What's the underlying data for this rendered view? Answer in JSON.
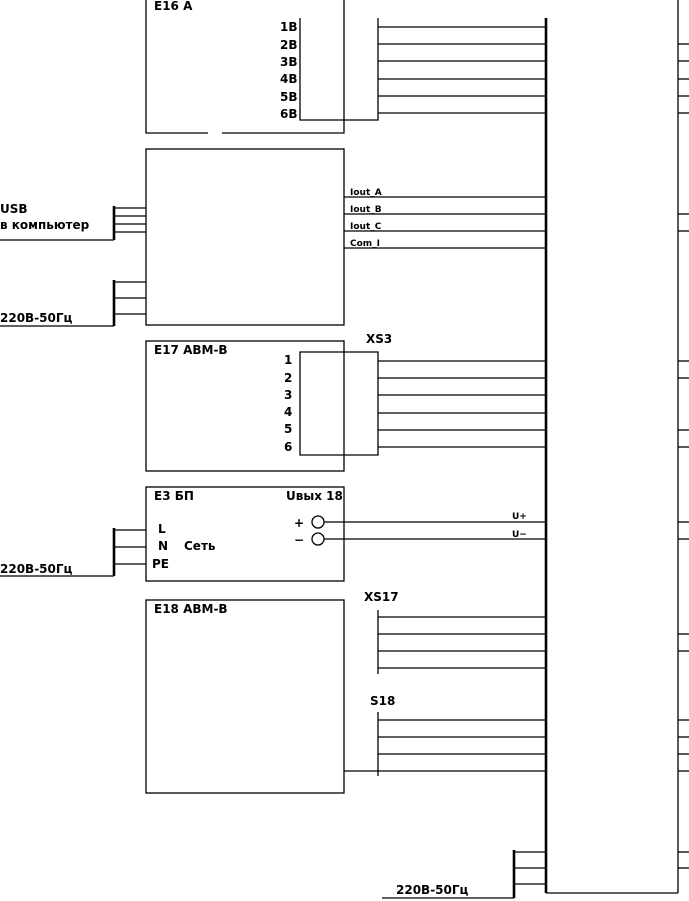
{
  "blocks": {
    "e16": {
      "title": "Е16 А",
      "pins": [
        "1В",
        "2В",
        "3В",
        "4В",
        "5В",
        "6В"
      ]
    },
    "controller": {
      "usb_label": "USB",
      "usb_sub": "в компьютер",
      "power_label": "220В-50Гц",
      "outputs": [
        "Iout_A",
        "Iout_B",
        "Iout_C",
        "Com_I"
      ]
    },
    "e17": {
      "title": "Е17 АВМ-В",
      "connector": "XS3",
      "pins": [
        "1",
        "2",
        "3",
        "4",
        "5",
        "6"
      ]
    },
    "e3": {
      "title": "Е3 БП",
      "vout": "Uвых 18",
      "inputs": [
        "L",
        "N",
        "PE"
      ],
      "mains_label": "Сеть",
      "power_label": "220В-50Гц",
      "plus": "+",
      "minus": "−",
      "rail_plus": "U+",
      "rail_minus": "U−"
    },
    "e18": {
      "title": "Е18 АВМ-В",
      "connector_top": "XS17",
      "connector_bottom": "S18"
    }
  },
  "bottom_power_label": "220В-50Гц"
}
